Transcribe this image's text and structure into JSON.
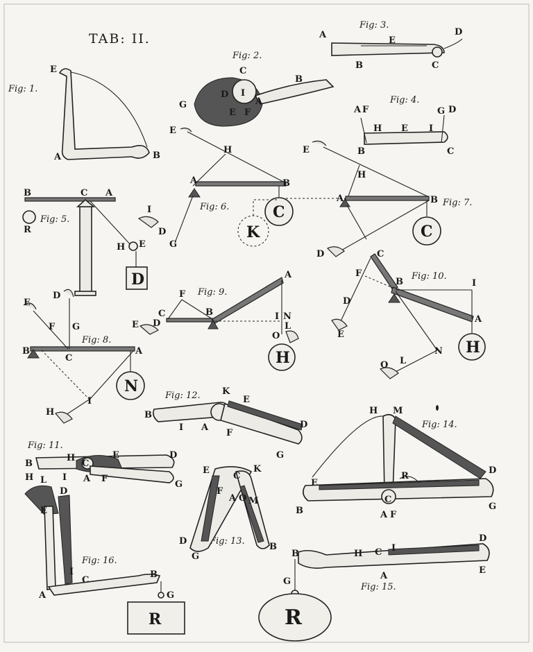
{
  "plate_title": "TAB: II.",
  "figures": [
    {
      "caption": "Fig: 1.",
      "labels": [
        "E",
        "A",
        "B"
      ]
    },
    {
      "caption": "Fig: 2.",
      "labels": [
        "C",
        "B",
        "D",
        "I",
        "A",
        "G",
        "E",
        "F"
      ]
    },
    {
      "caption": "Fig: 3.",
      "labels": [
        "A",
        "E",
        "D",
        "B",
        "C"
      ]
    },
    {
      "caption": "Fig: 4.",
      "labels": [
        "A",
        "F",
        "G",
        "D",
        "H",
        "E",
        "I",
        "B",
        "C"
      ]
    },
    {
      "caption": "Fig: 5.",
      "labels": [
        "B",
        "C",
        "A",
        "R",
        "H",
        "E"
      ],
      "weight": "D"
    },
    {
      "caption": "Fig: 6.",
      "labels": [
        "E",
        "H",
        "A",
        "B",
        "I",
        "D",
        "G"
      ],
      "weights": [
        "C",
        "K"
      ]
    },
    {
      "caption": "Fig: 7.",
      "labels": [
        "E",
        "H",
        "A",
        "B",
        "D"
      ],
      "weight": "C"
    },
    {
      "caption": "Fig: 8.",
      "labels": [
        "E",
        "D",
        "F",
        "G",
        "B",
        "C",
        "A",
        "I",
        "H"
      ],
      "weight": "N"
    },
    {
      "caption": "Fig: 9.",
      "labels": [
        "F",
        "C",
        "E",
        "D",
        "B",
        "A",
        "I",
        "N",
        "L",
        "O"
      ],
      "weight": "H"
    },
    {
      "caption": "Fig: 10.",
      "labels": [
        "C",
        "F",
        "B",
        "I",
        "D",
        "E",
        "A",
        "N",
        "O",
        "L"
      ],
      "weight": "H"
    },
    {
      "caption": "Fig: 11.",
      "labels": [
        "B",
        "H",
        "C",
        "E",
        "D",
        "I",
        "A",
        "F",
        "G"
      ]
    },
    {
      "caption": "Fig: 12.",
      "labels": [
        "K",
        "E",
        "B",
        "I",
        "A",
        "F",
        "D",
        "G"
      ]
    },
    {
      "caption": "Fig: 13.",
      "labels": [
        "E",
        "C",
        "K",
        "F",
        "A",
        "O",
        "M",
        "D",
        "G",
        "B"
      ]
    },
    {
      "caption": "Fig: 14.",
      "labels": [
        "H",
        "M",
        "E",
        "R",
        "D",
        "B",
        "C",
        "A",
        "F",
        "G"
      ]
    },
    {
      "caption": "Fig: 15.",
      "labels": [
        "B",
        "H",
        "C",
        "I",
        "D",
        "E",
        "G",
        "A"
      ],
      "weight": "R"
    },
    {
      "caption": "Fig: 16.",
      "labels": [
        "H",
        "L",
        "D",
        "E",
        "I",
        "C",
        "B",
        "A",
        "G"
      ],
      "weight": "R"
    }
  ]
}
